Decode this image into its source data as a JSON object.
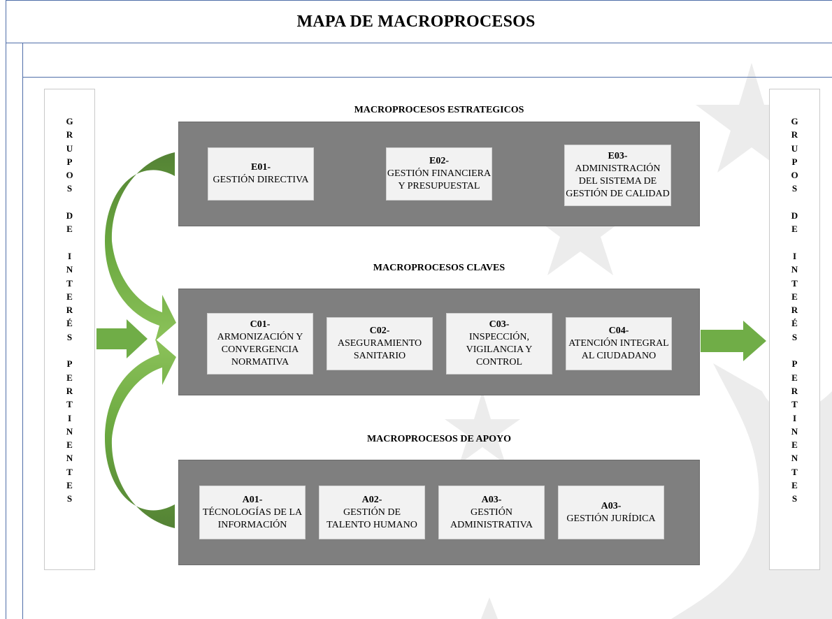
{
  "title": "MAPA DE MACROPROCESOS",
  "stakeholders": {
    "left": [
      "G",
      "R",
      "U",
      "P",
      "O",
      "S",
      " ",
      "D",
      "E",
      " ",
      "I",
      "N",
      "T",
      "E",
      "R",
      "É",
      "S",
      " ",
      "P",
      "E",
      "R",
      "T",
      "I",
      "N",
      "E",
      "N",
      "T",
      "E",
      "S"
    ],
    "right": [
      "G",
      "R",
      "U",
      "P",
      "O",
      "S",
      " ",
      "D",
      "E",
      " ",
      "I",
      "N",
      "T",
      "E",
      "R",
      "É",
      "S",
      " ",
      "P",
      "E",
      "R",
      "T",
      "I",
      "N",
      "E",
      "N",
      "T",
      "E",
      "S"
    ]
  },
  "strategic": {
    "title": "MACROPROCESOS ESTRATEGICOS",
    "items": [
      {
        "code": "E01-",
        "name": "GESTIÓN DIRECTIVA"
      },
      {
        "code": "E02-",
        "name": "GESTIÓN FINANCIERA\nY PRESUPUESTAL"
      },
      {
        "code": "E03-",
        "name": "ADMINISTRACIÓN\nDEL SISTEMA DE\nGESTIÓN DE CALIDAD"
      }
    ]
  },
  "key": {
    "title": "MACROPROCESOS CLAVES",
    "items": [
      {
        "code": "C01-",
        "name": "ARMONIZACIÓN Y\nCONVERGENCIA\nNORMATIVA"
      },
      {
        "code": "C02-",
        "name": "ASEGURAMIENTO\nSANITARIO"
      },
      {
        "code": "C03-",
        "name": "INSPECCIÓN,\nVIGILANCIA Y\nCONTROL"
      },
      {
        "code": "C04-",
        "name": "ATENCIÓN INTEGRAL\nAL CIUDADANO"
      }
    ]
  },
  "support": {
    "title": "MACROPROCESOS DE APOYO",
    "items": [
      {
        "code": "A01-",
        "name": "TÉCNOLOGÍAS DE LA\nINFORMACIÓN"
      },
      {
        "code": "A02-",
        "name": "GESTIÓN DE\nTALENTO HUMANO"
      },
      {
        "code": "A03-",
        "name": "GESTIÓN\nADMINISTRATIVA"
      },
      {
        "code": "A03-",
        "name": "GESTIÓN JURÍDICA"
      }
    ]
  },
  "colors": {
    "panel": "#7f7f7f",
    "card": "#f2f2f2",
    "arrow_light": "#70ad47",
    "arrow_dark": "#548235",
    "rule": "#4f6ea8"
  }
}
